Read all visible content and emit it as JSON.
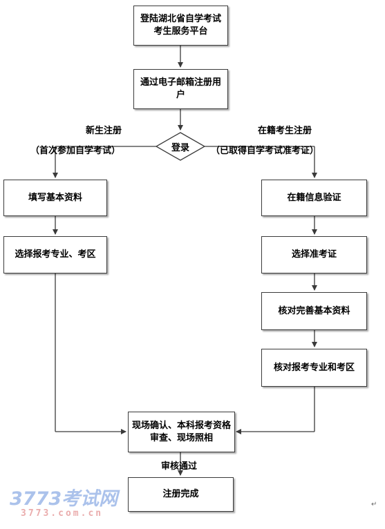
{
  "nodes": {
    "start": "登陆湖北省自学考试考生服务平台",
    "register_email": "通过电子邮箱注册用户",
    "login": "登录",
    "fill_basic_info": "填写基本资料",
    "choose_major_area": "选择报考专业、考区",
    "verify_enrollment": "在籍信息验证",
    "choose_admission_ticket": "选择准考证",
    "check_basic_info": "核对完善基本资料",
    "check_major_area": "核对报考专业和考区",
    "onsite_confirm": "现场确认、本科报考资格审查、现场照相",
    "done": "注册完成"
  },
  "labels": {
    "new_student": "新生注册",
    "new_student_note": "（首次参加自学考试）",
    "enrolled_student": "在籍考生注册",
    "enrolled_student_note": "（已取得自学考试准考证）",
    "review_pass": "审核通过"
  },
  "watermark": {
    "brand": "3773考试网",
    "url": "3773.com.cn"
  }
}
